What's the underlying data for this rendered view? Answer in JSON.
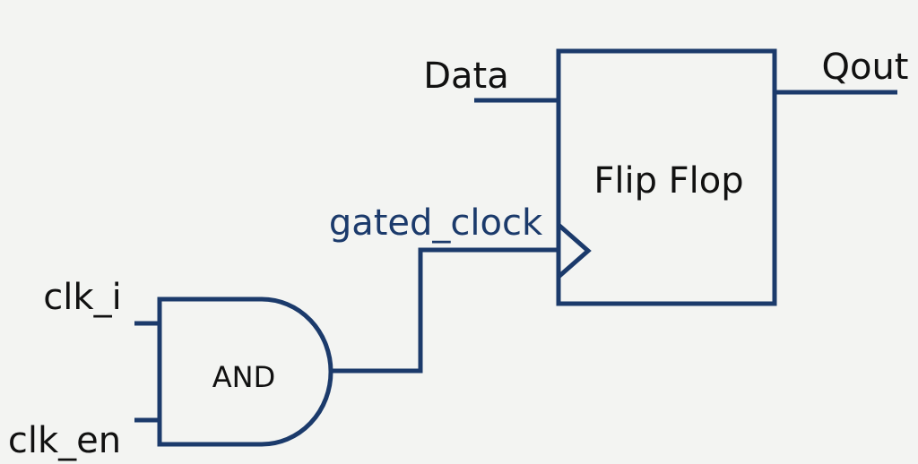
{
  "diagram": {
    "title": "",
    "colors": {
      "wire": "#1b3a6b",
      "text": "#111111",
      "signal_text": "#1b3a6b",
      "background": "#f3f4f2"
    },
    "blocks": [
      {
        "id": "flipflop",
        "label": "Flip Flop",
        "type": "flip-flop"
      },
      {
        "id": "and_gate",
        "label": "AND",
        "type": "and-gate"
      }
    ],
    "signals": {
      "data": "Data",
      "qout": "Qout",
      "gated_clock": "gated_clock",
      "clk_i": "clk_i",
      "clk_en": "clk_en"
    },
    "connections": [
      {
        "from": "Data",
        "to": "flipflop.D"
      },
      {
        "from": "flipflop.Q",
        "to": "Qout"
      },
      {
        "from": "clk_i",
        "to": "and_gate.in1"
      },
      {
        "from": "clk_en",
        "to": "and_gate.in2"
      },
      {
        "from": "and_gate.out",
        "to": "flipflop.clk",
        "label": "gated_clock"
      }
    ]
  }
}
